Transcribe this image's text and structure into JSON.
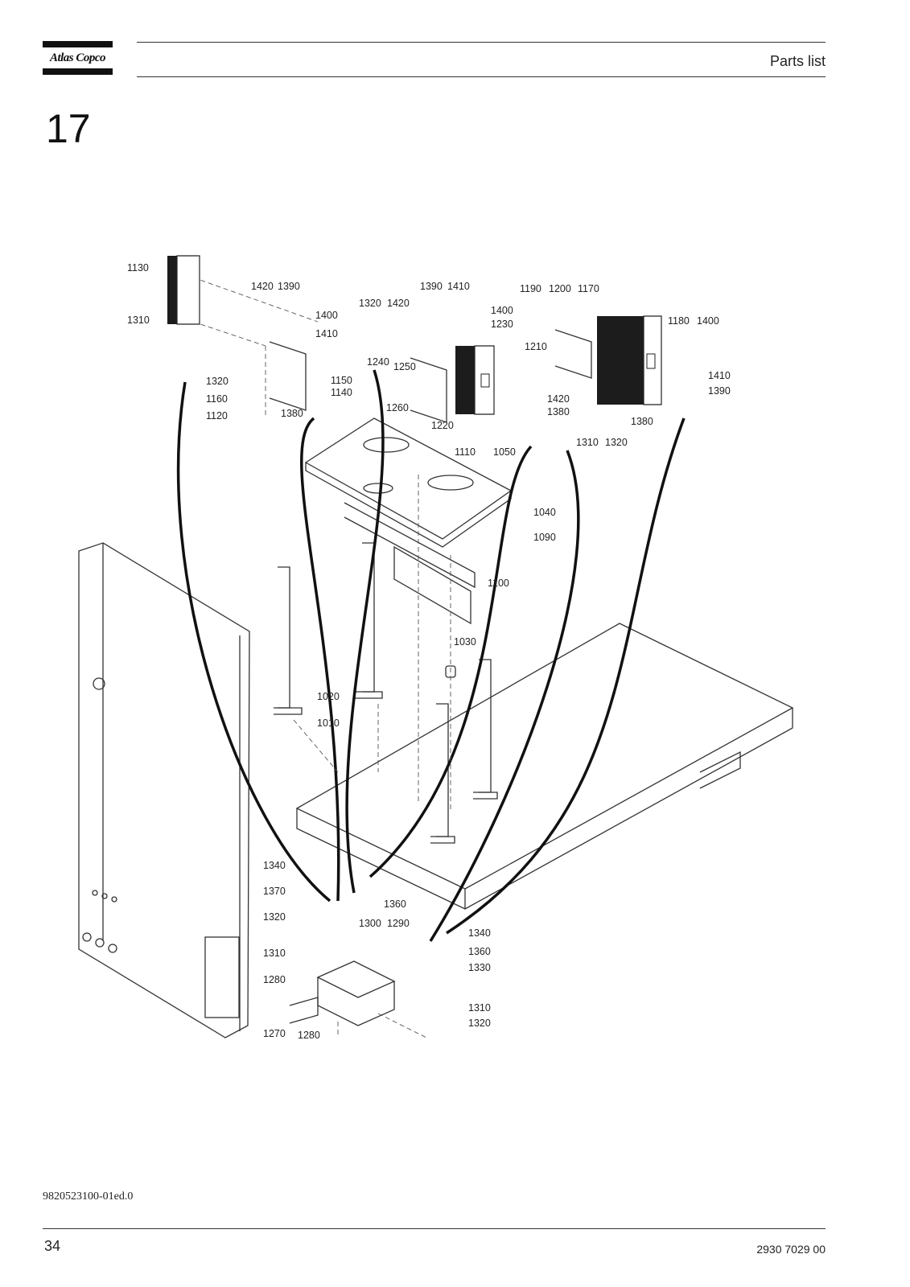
{
  "header": {
    "brand": "Atlas Copco",
    "section_title": "Parts list",
    "section_number": "17"
  },
  "diagram": {
    "labels": [
      "1130",
      "1420",
      "1390",
      "1400",
      "1410",
      "1310",
      "1320",
      "1160",
      "1120",
      "1150",
      "1140",
      "1380",
      "1320",
      "1420",
      "1390",
      "1410",
      "1400",
      "1230",
      "1240",
      "1250",
      "1260",
      "1220",
      "1190",
      "1200",
      "1170",
      "1180",
      "1400",
      "1210",
      "1410",
      "1390",
      "1420",
      "1380",
      "1380",
      "1310",
      "1320",
      "1110",
      "1050",
      "1040",
      "1090",
      "1100",
      "1030",
      "1020",
      "1010",
      "1340",
      "1370",
      "1320",
      "1360",
      "1300",
      "1290",
      "1310",
      "1280",
      "1270",
      "1280",
      "1340",
      "1360",
      "1330",
      "1310",
      "1320"
    ]
  },
  "footer": {
    "document_code": "9820523100-01ed.0",
    "page_number": "34",
    "manual_number": "2930 7029 00"
  }
}
